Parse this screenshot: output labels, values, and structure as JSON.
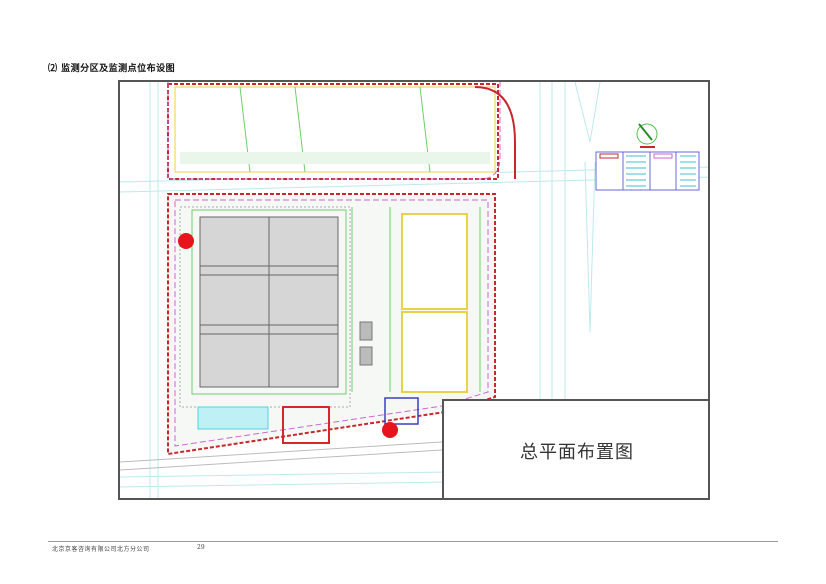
{
  "document": {
    "section_heading": "⑵ 监测分区及监测点位布设图",
    "drawing": {
      "title": "总平面布置图",
      "legend_table_rows": 6,
      "north_arrow": "compass-north-arrow",
      "monitoring_points": [
        {
          "id": "point-1",
          "location": "west-boundary"
        },
        {
          "id": "point-2",
          "location": "south-east-entrance"
        }
      ],
      "highlight_colors": {
        "boundary": "#c8282d",
        "monitoring_point": "#e8141b",
        "blue_box": "#3a3fc2",
        "red_box": "#d8242a"
      }
    },
    "footer": {
      "company": "北京京客咨询有限公司北方分公司",
      "page_number": "29"
    }
  }
}
